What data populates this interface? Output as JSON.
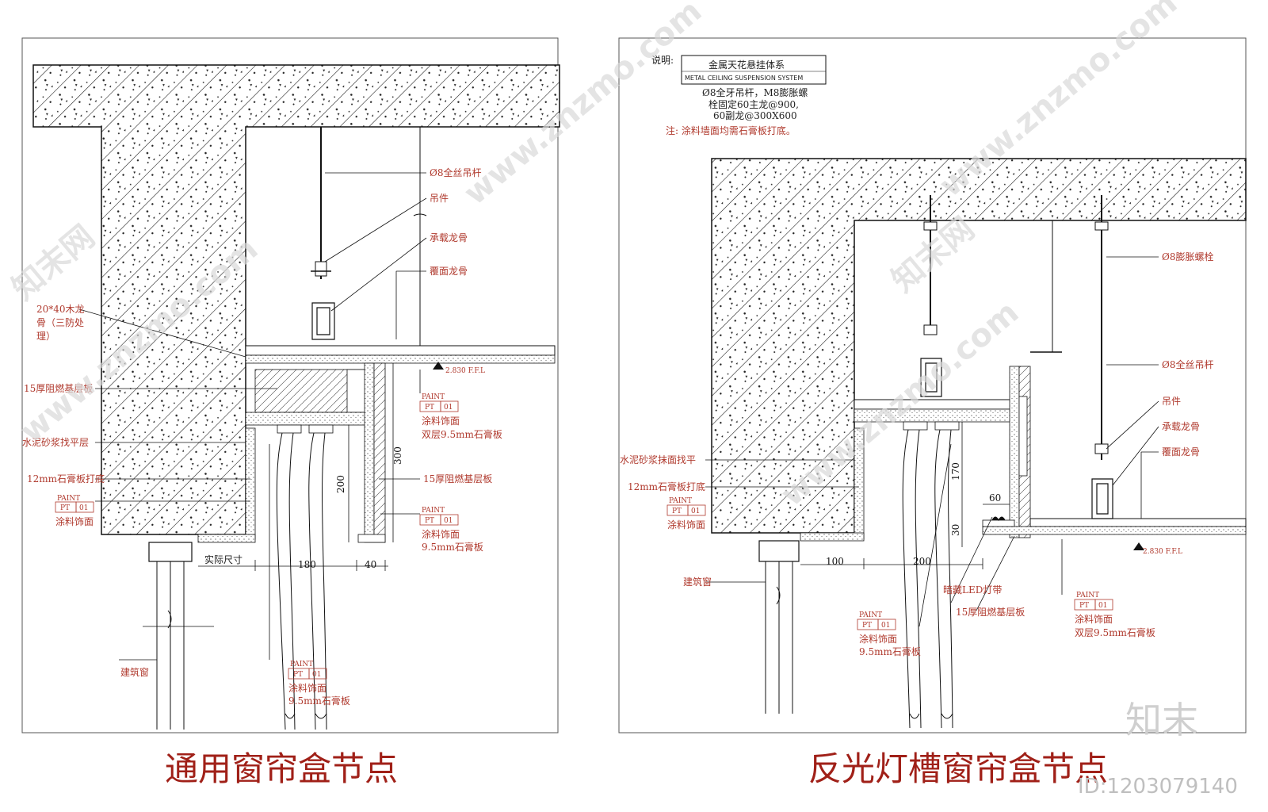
{
  "left": {
    "title": "通用窗帘盒节点",
    "labels": {
      "rod": "Ø8全丝吊杆",
      "hanger": "吊件",
      "main_keel": "承载龙骨",
      "cover_keel": "覆面龙骨",
      "wood_keel_1": "20*40木龙",
      "wood_keel_2": "骨（三防处",
      "wood_keel_3": "理）",
      "base_board_15": "15厚阻燃基层板",
      "cement_mortar": "水泥砂浆找平层",
      "gypsum_12": "12mm石膏板打底",
      "paint_finish": "涂料饰面",
      "double_gypsum": "双层9.5mm石膏板",
      "base_board_15b": "15厚阻燃基层板",
      "gypsum_95": "9.5mm石膏板",
      "window": "建筑窗",
      "actual_size": "实际尺寸",
      "ffl": "2.830 F.F.L"
    },
    "tags": {
      "paint": "PAINT",
      "pt": "PT",
      "code": "01"
    },
    "dims": {
      "d300": "300",
      "d200": "200",
      "d180": "180",
      "d40": "40"
    }
  },
  "right": {
    "title": "反光灯槽窗帘盒节点",
    "note": {
      "prefix": "说明:",
      "box_cn": "金属天花悬挂体系",
      "box_en": "METAL CEILING SUSPENSION SYSTEM",
      "line1": "Ø8全牙吊杆，M8膨胀螺",
      "line2": "栓固定60主龙@900,",
      "line3": "60副龙@300X600",
      "line4": "注: 涂料墙面均需石膏板打底。"
    },
    "labels": {
      "bolt": "Ø8膨胀螺栓",
      "rod": "Ø8全丝吊杆",
      "hanger": "吊件",
      "main_keel": "承载龙骨",
      "cover_keel": "覆面龙骨",
      "cement_mortar": "水泥砂浆抹面找平",
      "gypsum_12": "12mm石膏板打底",
      "paint_finish": "涂料饰面",
      "window": "建筑窗",
      "led": "暗藏LED灯带",
      "base_board_15": "15厚阻燃基层板",
      "gypsum_95": "9.5mm石膏板",
      "double_gypsum": "双层9.5mm石膏板",
      "ffl": "2.830 F.F.L"
    },
    "tags": {
      "paint": "PAINT",
      "pt": "PT",
      "code": "01"
    },
    "dims": {
      "d170": "170",
      "d60": "60",
      "d30": "30",
      "d100": "100",
      "d200": "200"
    }
  },
  "watermark": {
    "site": "www.znzmo.com",
    "brand": "知末网"
  },
  "corner": {
    "brand": "知末",
    "id": "ID:1203079140"
  }
}
